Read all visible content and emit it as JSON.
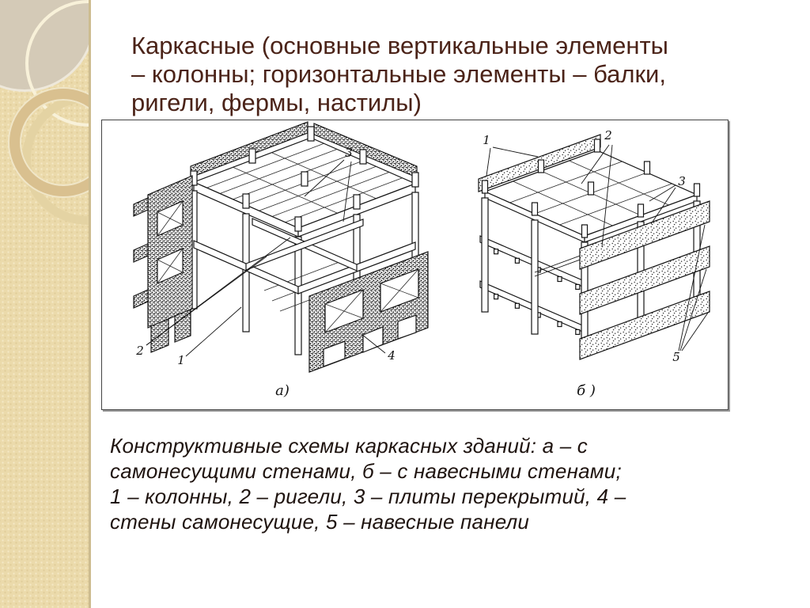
{
  "slide": {
    "title": {
      "lines": [
        "Каркасные (основные вертикальные элементы",
        "– колонны; горизонтальные элементы – балки,",
        "ригели, фермы, настилы)"
      ],
      "color": "#4b2318"
    },
    "caption": {
      "lines": [
        "Конструктивные схемы каркасных зданий: а – с",
        "самонесущими стенами, б – с навесными стенами;",
        "1 – колонны, 2 – ригели, 3 – плиты перекрытий, 4 –",
        "стены самонесущие, 5 – навесные панели"
      ],
      "color": "#1f1410"
    },
    "colors": {
      "sidebar_background": "#ebdaab",
      "sidebar_ring": "#d9c08f",
      "frame_border": "#434343"
    }
  },
  "diagram": {
    "fig_a": {
      "caption": "а)",
      "labels": {
        "columns": "1",
        "girders": "2",
        "floor_slabs": "3",
        "self_bearing_wall": "4"
      }
    },
    "fig_b": {
      "caption": "б )",
      "labels": {
        "columns": "1",
        "girders": "2",
        "floor_slabs": "3",
        "curtain_panels": "5"
      }
    }
  }
}
